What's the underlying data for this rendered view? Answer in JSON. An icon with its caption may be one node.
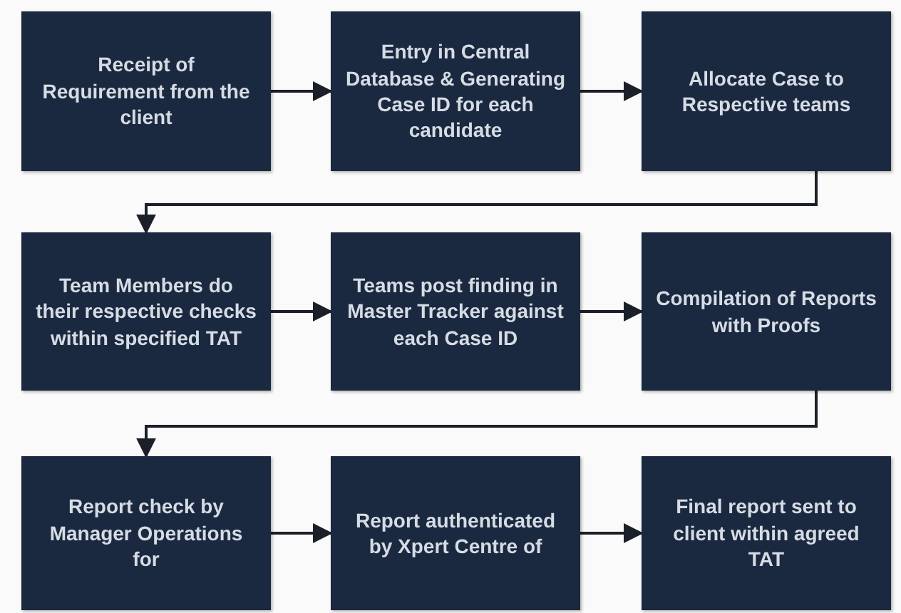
{
  "diagram": {
    "nodes": [
      {
        "text": [
          "Receipt of Requirement from the client"
        ]
      },
      {
        "text": [
          "Entry in Central Database & Generating Case ID for each candidate"
        ]
      },
      {
        "text": [
          "Allocate Case to Respective teams"
        ]
      },
      {
        "text": [
          "Team Members do their respective checks within specified TAT"
        ]
      },
      {
        "text": [
          "Teams post finding in Master Tracker against each Case ID"
        ]
      },
      {
        "text": [
          "Compilation of Reports with Proofs"
        ]
      },
      {
        "text": [
          "Report check by Manager Operations for"
        ]
      },
      {
        "text": [
          "Report authenticated by Xpert Centre of"
        ]
      },
      {
        "text": [
          "Final report sent to client within agreed TAT"
        ]
      }
    ],
    "edges": [
      {
        "from": 0,
        "to": 1,
        "arrow": "to"
      },
      {
        "from": 1,
        "to": 2,
        "arrow": "to"
      },
      {
        "from": 2,
        "to": 3,
        "arrow": "to"
      },
      {
        "from": 3,
        "to": 4,
        "arrow": "to"
      },
      {
        "from": 4,
        "to": 5,
        "arrow": "to"
      },
      {
        "from": 5,
        "to": 6,
        "arrow": "to"
      },
      {
        "from": 6,
        "to": 7,
        "arrow": "to"
      },
      {
        "from": 7,
        "to": 8,
        "arrow": "to"
      }
    ]
  }
}
